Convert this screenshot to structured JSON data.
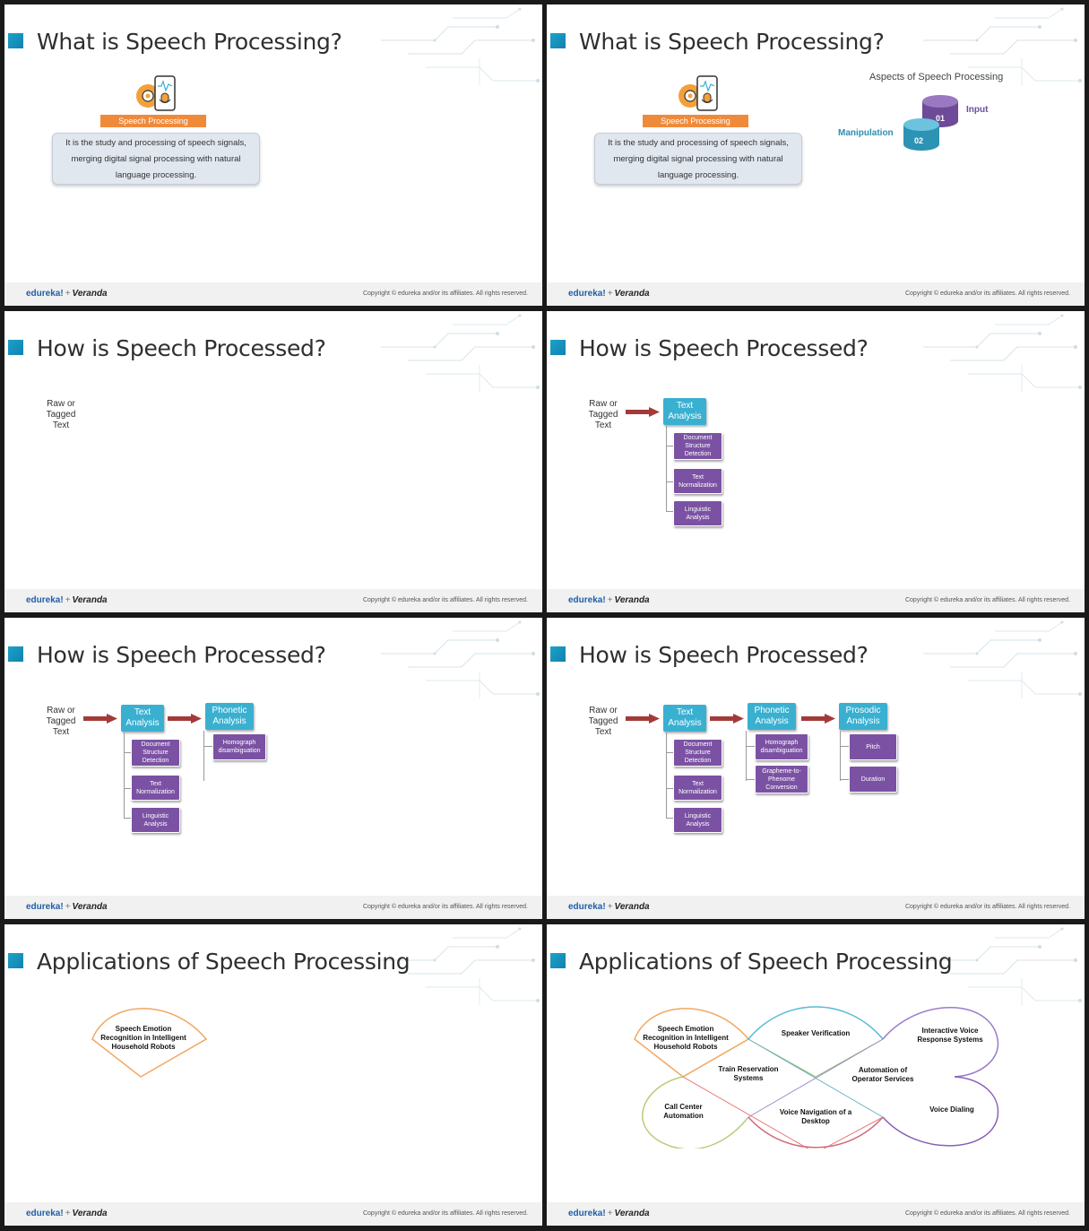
{
  "footer": {
    "brand_edureka": "edureka!",
    "brand_plus": "+",
    "brand_veranda": "Veranda",
    "copyright_1": "Copyright © edureka and/or its affiliates. All rights reserved.",
    "copyright_2": "Copyright © edureka and/or its affiliates. All rights reserved."
  },
  "titles": {
    "what": "What is Speech Processing?",
    "how": "How is Speech Processed?",
    "applications": "Applications of Speech Processing"
  },
  "speech_card": {
    "label": "Speech Processing",
    "description_line1": "It is the study and processing of speech signals,",
    "description_line2": "merging digital signal processing with natural",
    "description_line3": "language processing."
  },
  "aspects": {
    "title": "Aspects of Speech Processing",
    "input_number": "01",
    "input_label": "Input",
    "manipulation_number": "02",
    "manipulation_label": "Manipulation"
  },
  "pipeline": {
    "raw_line1": "Raw or",
    "raw_line2": "Tagged",
    "raw_line3": "Text",
    "text_analysis_1": "Text",
    "text_analysis_2": "Analysis",
    "text_children": [
      "Document Structure Detection",
      "Text Normalization",
      "Linguistic Analysis"
    ],
    "phonetic_1": "Phonetic",
    "phonetic_2": "Analysis",
    "phonetic_children": [
      "Homograph disambiguation",
      "Grapheme-to-Phenome Conversion"
    ],
    "prosodic_1": "Prosodic",
    "prosodic_2": "Analysis",
    "prosodic_children": [
      "Pitch",
      "Duration"
    ]
  },
  "applications": [
    "Speech Emotion Recognition in Intelligent Household Robots",
    "Speaker Verification",
    "Interactive Voice Response Systems",
    "Train Reservation Systems",
    "Automation of Operator Services",
    "Call Center Automation",
    "Voice Navigation of a Desktop",
    "Voice Dialing"
  ],
  "colors": {
    "teal": "#3ab0d1",
    "purple": "#7b52a3",
    "orange": "#f08a3b",
    "arrow": "#a33a3a"
  }
}
